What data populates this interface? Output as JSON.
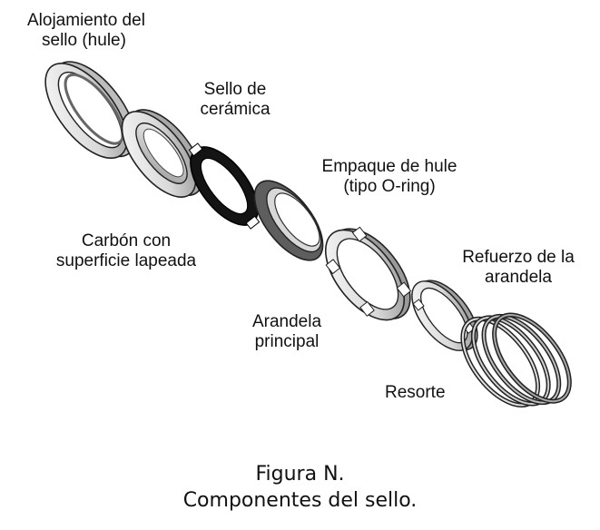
{
  "labels": {
    "housing": [
      "Alojamiento del",
      "sello (hule)"
    ],
    "ceramic": [
      "Sello de",
      "cerámica"
    ],
    "oring": [
      "Empaque de hule",
      "(tipo O-ring)"
    ],
    "carbon": [
      "Carbón con",
      "superficie lapeada"
    ],
    "reinforcement": [
      "Refuerzo de la",
      "arandela"
    ],
    "washer": [
      "Arandela",
      "principal"
    ],
    "spring": [
      "Resorte"
    ]
  },
  "caption": [
    "Figura N.",
    "Componentes del sello."
  ],
  "colors": {
    "ink": "#111111",
    "part_light": "#f2f2f2",
    "part_shade": "#8e8e8e",
    "ceramic_seal": "#141414"
  }
}
